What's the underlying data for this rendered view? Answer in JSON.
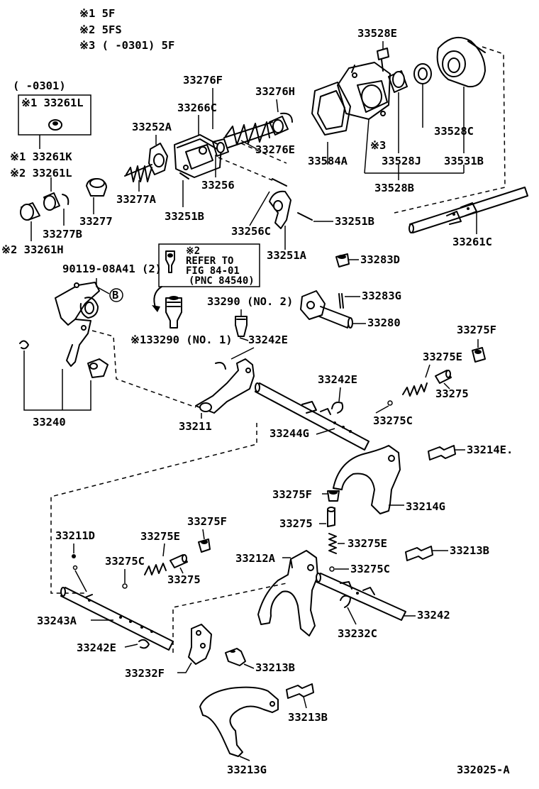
{
  "notes": [
    "※1 5F",
    "※2 5FS",
    "※3 (        -0301) 5F"
  ],
  "diagram_id": "332025-A",
  "callout": {
    "sym": "※2",
    "line1": "REFER TO",
    "line2": "FIG 84-01",
    "line3": "(PNC 84540)"
  },
  "parts": {
    "p33528E": "33528E",
    "range0301": "(        -0301)",
    "p33276F": "33276F",
    "p33276H": "33276H",
    "p33261L_box": "※1 33261L",
    "p33266C": "33266C",
    "p33252A": "33252A",
    "p33276E": "33276E",
    "p33584A": "33584A",
    "sym3": "※3",
    "p33528J": "33528J",
    "p33528C": "33528C",
    "p33531B": "33531B",
    "p33261K": "※1 33261K",
    "p33261L": "※2 33261L",
    "p33256": "33256",
    "p33528B": "33528B",
    "p33277A": "33277A",
    "p33251B_a": "33251B",
    "p33277": "33277",
    "p33251B_b": "33251B",
    "p33277B": "33277B",
    "p33256C": "33256C",
    "p33261C": "33261C",
    "p33261H": "※2 33261H",
    "p33251A": "33251A",
    "p33283D": "33283D",
    "p90119": "90119-08A41 (2)",
    "circleB": "B",
    "p33283G": "33283G",
    "p33290_2": "33290 (NO. 2)",
    "p33280": "33280",
    "p33275F_a": "33275F",
    "p33290_1": "※133290 (NO. 1)",
    "p33242E_a": "33242E",
    "p33275E_a": "33275E",
    "p33242E_b": "33242E",
    "p33275_a": "33275",
    "p33240": "33240",
    "p33275C_a": "33275C",
    "p33211": "33211",
    "p33244G": "33244G",
    "p33214E": "33214E.",
    "p33275F_b": "33275F",
    "p33214G": "33214G",
    "p33211D": "33211D",
    "p33275F_c": "33275F",
    "p33275E_b": "33275E",
    "p33275_b": "33275",
    "p33275E_c": "33275E",
    "p33212A": "33212A",
    "p33213B_a": "33213B",
    "p33275C_b": "33275C",
    "p33275C_c": "33275C",
    "p33275_c": "33275",
    "p33242": "33242",
    "p33243A": "33243A",
    "p33232C": "33232C",
    "p33242E_c": "33242E",
    "p33213B_b": "33213B",
    "p33232F": "33232F",
    "p33213B_c": "33213B",
    "p33213G": "33213G"
  }
}
